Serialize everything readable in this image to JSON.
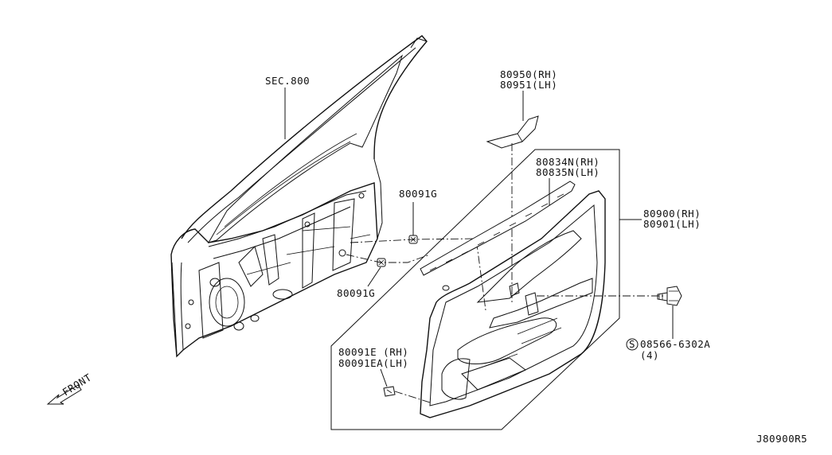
{
  "diagram": {
    "labels": {
      "sec": "SEC.800",
      "trim_upper_rh": "80950(RH)",
      "trim_upper_lh": "80951(LH)",
      "molding_rh": "80834N(RH)",
      "molding_lh": "80835N(LH)",
      "clip_top": "80091G",
      "clip_bottom": "80091G",
      "door_finisher_rh": "80900(RH)",
      "door_finisher_lh": "80901(LH)",
      "clip_e_rh": "80091E (RH)",
      "clip_e_lh": "80091EA(LH)",
      "screw_symbol": "S",
      "screw_part": "08566-6302A",
      "screw_qty": "(4)",
      "front": "FRONT",
      "diagram_code": "J80900R5"
    },
    "icons": [
      "front-arrow-icon",
      "screw-icon",
      "clip-icon",
      "door-panel-drawing",
      "door-trim-drawing"
    ]
  }
}
